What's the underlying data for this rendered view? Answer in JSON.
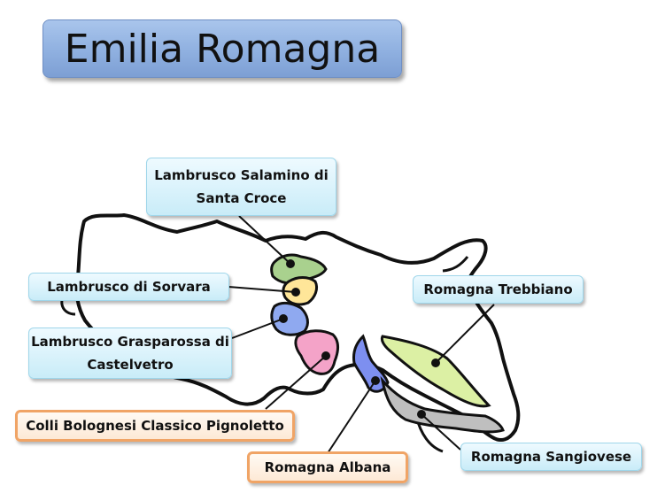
{
  "title": "Emilia Romagna",
  "labels": {
    "salamino": "Lambrusco Salamino di Santa Croce",
    "sorvara": "Lambrusco di Sorvara",
    "grasparossa": "Lambrusco Grasparossa di Castelvetro",
    "colli_bolognesi": "Colli Bolognesi Classico Pignoletto",
    "albana": "Romagna Albana",
    "trebbiano": "Romagna Trebbiano",
    "sangiovese": "Romagna Sangiovese"
  },
  "colors": {
    "salamino": "#a9d18e",
    "sorvara": "#ffe699",
    "grasparossa": "#8fa9f0",
    "colli_bolognesi": "#f4a3c8",
    "albana": "#7d8ff0",
    "trebbiano": "#dcf0a4",
    "sangiovese": "#bfbfbf",
    "label_fill": "#d9f2fb",
    "orange_border": "#f0a466",
    "title_fill": "#8fb0e0"
  }
}
